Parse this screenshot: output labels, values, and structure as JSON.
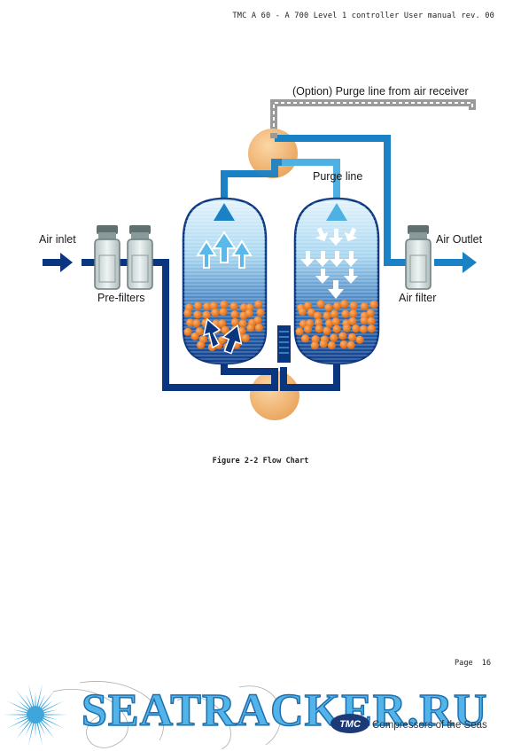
{
  "header": {
    "text": "TMC A 60 - A 700 Level 1 controller User manual rev. 00"
  },
  "diagram": {
    "labels": {
      "purge_option": "(Option) Purge line from air receiver",
      "purge_line": "Purge line",
      "air_inlet": "Air inlet",
      "air_outlet": "Air Outlet",
      "pre_filters": "Pre-filters",
      "air_filter": "Air filter"
    },
    "colors": {
      "dark_blue": "#0a3680",
      "mid_blue": "#1a82c4",
      "light_blue": "#4fb0e4",
      "valve_orange": "#f2b978",
      "desiccant_orange": "#e8741c",
      "option_line_grey": "#9a9a9a"
    }
  },
  "caption": {
    "text": "Figure 2-2 Flow Chart"
  },
  "page": {
    "label": "Page",
    "number": "16"
  },
  "footer": {
    "watermark": "SEATRACKER.RU",
    "logo_text": "TMC",
    "tagline": "Compressors of the Seas"
  }
}
